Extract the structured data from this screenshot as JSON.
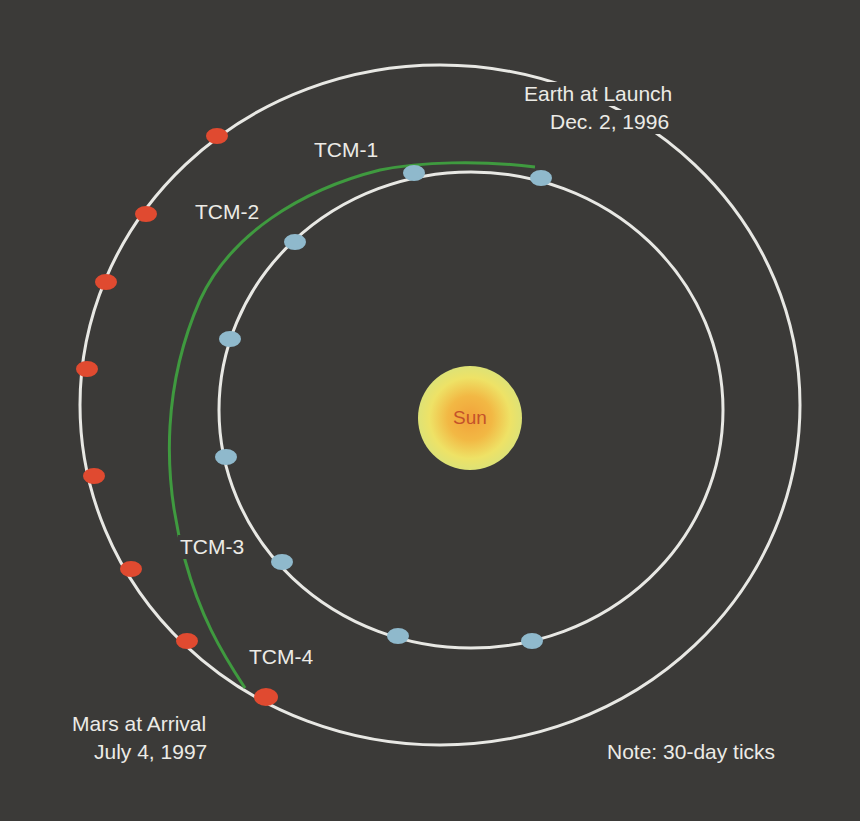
{
  "diagram": {
    "nodes": [
      {
        "text": [
          "Sun"
        ]
      }
    ],
    "labels": [
      "Earth at Launch",
      "Dec. 2, 1996",
      "TCM-1",
      "TCM-2",
      "TCM-3",
      "TCM-4",
      "Mars at Arrival",
      "July 4, 1997",
      "Note: 30-day ticks"
    ]
  }
}
